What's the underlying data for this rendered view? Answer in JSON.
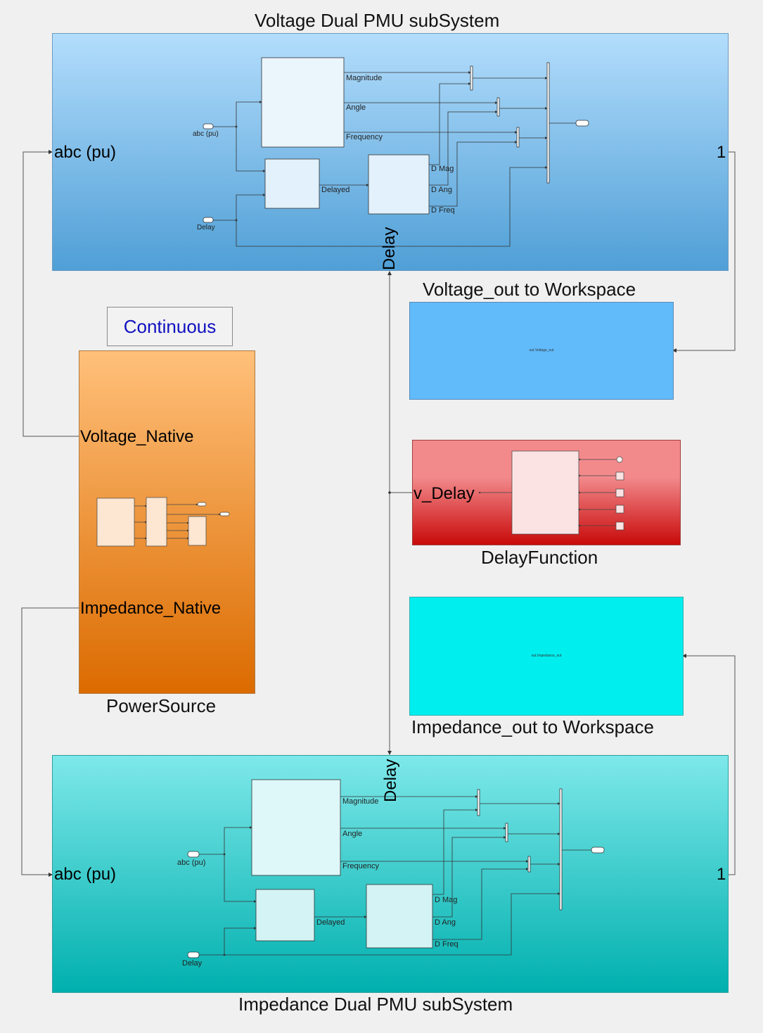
{
  "voltage_pmu": {
    "title": "Voltage Dual PMU subSystem",
    "in_port": "abc (pu)",
    "out_port": "1",
    "delay_port": "Delay",
    "inner": {
      "in_abc": "abc (pu)",
      "in_delay": "Delay",
      "pmu_outputs": [
        "Magnitude",
        "Angle",
        "Frequency"
      ],
      "delay_out": "Delayed",
      "delayed_outputs": [
        "D Mag",
        "D Ang",
        "D Freq"
      ]
    },
    "colors": {
      "top": "#b3ddfc",
      "bottom": "#4f9fd6"
    }
  },
  "impedance_pmu": {
    "title": "Impedance Dual PMU subSystem",
    "in_port": "abc (pu)",
    "out_port": "1",
    "delay_port": "Delay",
    "inner": {
      "in_abc": "abc (pu)",
      "in_delay": "Delay",
      "pmu_outputs": [
        "Magnitude",
        "Angle",
        "Frequency"
      ],
      "delay_out": "Delayed",
      "delayed_outputs": [
        "D Mag",
        "D Ang",
        "D Freq"
      ]
    },
    "colors": {
      "top": "#7ee8ea",
      "bottom": "#00b0ae"
    }
  },
  "continuous": {
    "label": "Continuous"
  },
  "power_source": {
    "title": "PowerSource",
    "ports": [
      "Voltage_Native",
      "Impedance_Native"
    ],
    "colors": {
      "top": "#ffc07a",
      "bottom": "#db6b00"
    }
  },
  "voltage_ws": {
    "title": "Voltage_out to Workspace",
    "content": "out.Voltage_out",
    "color": "#61bbfb"
  },
  "delay_function": {
    "title": "DelayFunction",
    "port": "v_Delay",
    "colors": {
      "top": "#f28a8c",
      "bottom": "#c90a0a"
    }
  },
  "impedance_ws": {
    "title": "Impedance_out to Workspace",
    "content": "out.Impedance_out",
    "color": "#00eeee"
  }
}
